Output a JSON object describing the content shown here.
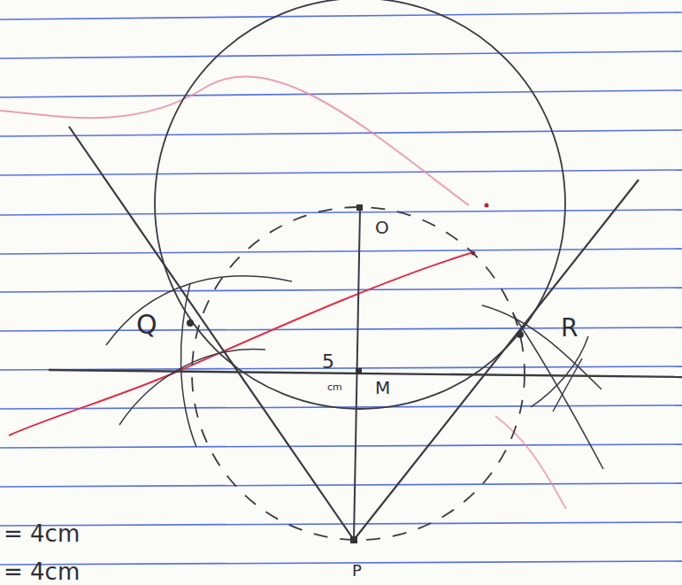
{
  "diagram": {
    "labels": [
      "O",
      "Q",
      "R",
      "5",
      "cm",
      "M",
      "P",
      "= 4cm",
      "= 4cm"
    ]
  }
}
